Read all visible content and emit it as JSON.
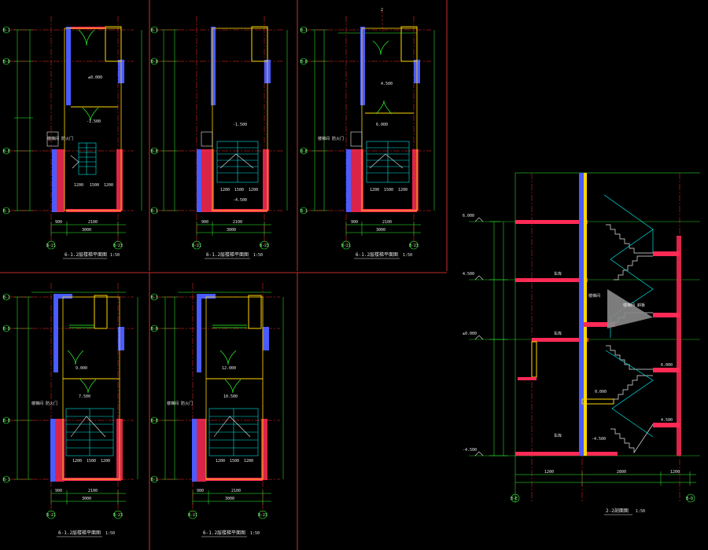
{
  "colors": {
    "background": "#000000",
    "frame": "#ff3b3b",
    "axis": "#ff2a2a",
    "dimension": "#2eff2e",
    "wall": "#ff2a55",
    "wall_edge": "#ffd700",
    "column": "#4a5cff",
    "stair": "#00e5e5",
    "door": "#2eff2e",
    "text": "#e8e8e8",
    "section_fill": "#8a8a8a"
  },
  "plan_a": {
    "title": "6-1.2层楼梯平面图",
    "scale": "1:50",
    "grid_rows": [
      "B-1",
      "B-D",
      "B-E",
      "B-1"
    ],
    "grid_cols": [
      "B-21",
      "B-23"
    ],
    "dim_bottom_1": "900",
    "dim_bottom_2": "2100",
    "dim_bottom_total": "3000",
    "elev_room": "±0.000",
    "elev_landing": "-1.500",
    "note": "楼梯间 防火门",
    "stair_dims": [
      "1200",
      "1500",
      "1200"
    ]
  },
  "plan_b": {
    "title": "6-1.2层楼梯平面图",
    "scale": "1:50",
    "grid_rows": [
      "B-1",
      "B-D",
      "B-E",
      "B-1"
    ],
    "grid_cols": [
      "B-21",
      "B-23"
    ],
    "dim_bottom_1": "900",
    "dim_bottom_2": "2100",
    "dim_bottom_total": "3000",
    "elev_landing": "-1.500",
    "elev_low": "-4.500",
    "stair_dims": [
      "1200",
      "1500",
      "1200"
    ]
  },
  "plan_c": {
    "title": "6-1.2层楼梯平面图",
    "scale": "1:50",
    "grid_rows": [
      "B-1",
      "B-D",
      "B-E",
      "B-1"
    ],
    "grid_cols": [
      "B-21",
      "B-23"
    ],
    "dim_bottom_1": "900",
    "dim_bottom_2": "2100",
    "dim_bottom_total": "3000",
    "elev_room": "4.500",
    "elev_landing": "6.000",
    "note": "楼梯间 防火门",
    "stair_dims": [
      "1200",
      "1500",
      "1200"
    ],
    "section_mark": "2"
  },
  "plan_d": {
    "title": "6-1.2层楼梯平面图",
    "scale": "1:50",
    "grid_rows": [
      "B-1",
      "B-D",
      "B-E",
      "B-1"
    ],
    "grid_cols": [
      "B-21",
      "B-23"
    ],
    "dim_bottom_1": "900",
    "dim_bottom_2": "2100",
    "dim_bottom_total": "3000",
    "elev_room": "9.000",
    "elev_landing": "7.500",
    "note": "楼梯间 防火门",
    "stair_dims": [
      "1200",
      "1500",
      "1200"
    ]
  },
  "plan_e": {
    "title": "6-1.2层楼梯平面图",
    "scale": "1:50",
    "grid_rows": [
      "B-1",
      "B-D",
      "B-E",
      "B-1"
    ],
    "grid_cols": [
      "B-21",
      "B-23"
    ],
    "dim_bottom_1": "900",
    "dim_bottom_2": "2100",
    "dim_bottom_total": "3000",
    "elev_room": "12.000",
    "elev_landing": "10.500",
    "note": "楼梯间 防火门",
    "stair_dims": [
      "1200",
      "1500",
      "1200"
    ]
  },
  "section": {
    "title": "2-2剖面图",
    "scale": "1:50",
    "levels": [
      "6.000",
      "4.500",
      "±0.000",
      "-4.500"
    ],
    "level_labels": [
      "6.000",
      "4.500",
      "0.000",
      "-4.500"
    ],
    "room_labels": [
      "车库",
      "楼梯间",
      "车库",
      "车库"
    ],
    "note": "楼梯间 斜板",
    "dims_bottom": [
      "1200",
      "2800",
      "1200"
    ],
    "grid_cols": [
      "B-E",
      "B-D"
    ]
  }
}
